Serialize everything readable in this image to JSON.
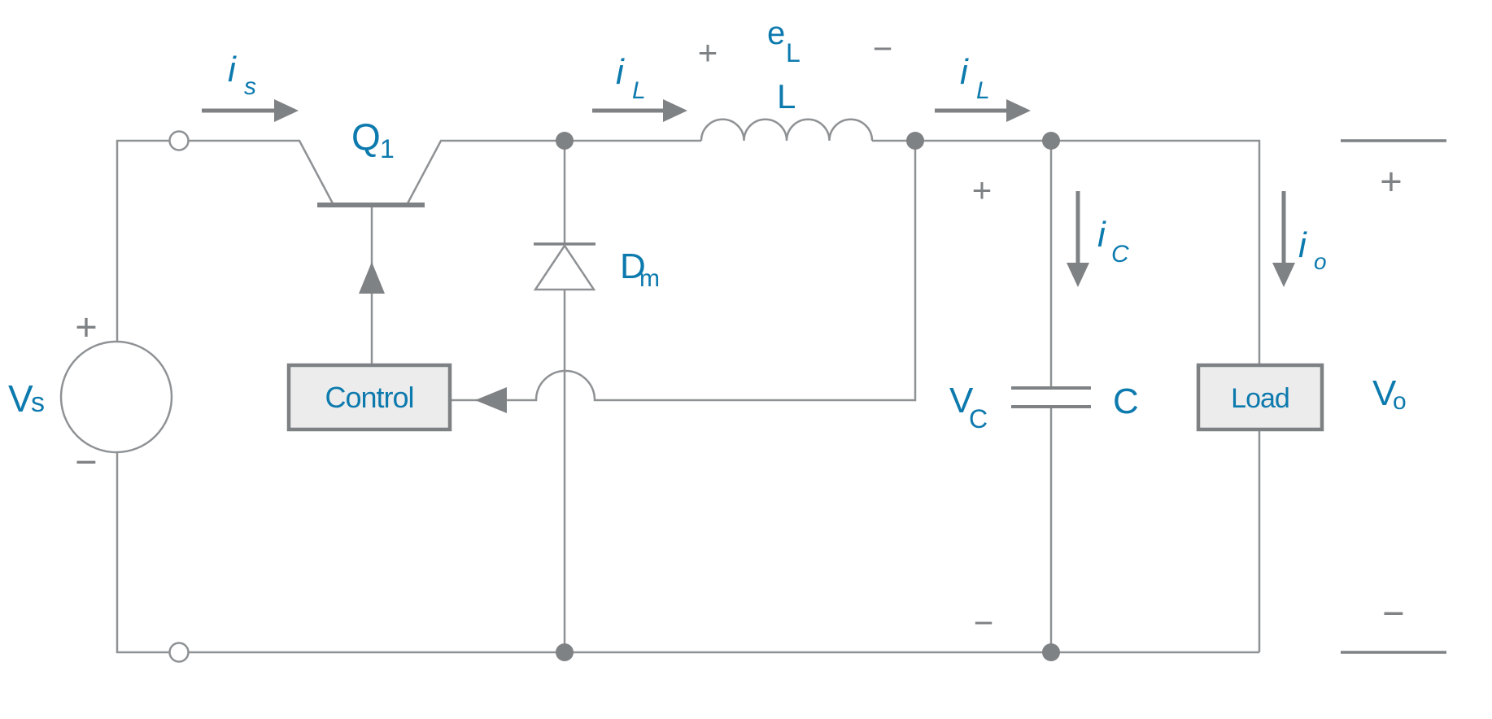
{
  "diagram": {
    "kind": "buck step-down converter schematic",
    "colors": {
      "wire": "#8f9295",
      "component_gray": "#7f8285",
      "label_blue": "#0d7aae",
      "box_fill": "#ececec",
      "box_border": "#7e8184",
      "background": "#ffffff"
    },
    "source": {
      "main": "V",
      "sub": "s",
      "plus": "+",
      "minus": "−"
    },
    "transistor": {
      "main": "Q",
      "sub": "1"
    },
    "control": {
      "label": "Control"
    },
    "diode": {
      "main": "D",
      "sub": "m"
    },
    "inductor": {
      "label": "L",
      "emf_main": "e",
      "emf_sub": "L",
      "emf_plus": "+",
      "emf_minus": "−"
    },
    "capacitor": {
      "label": "C",
      "voltage_main": "V",
      "voltage_sub": "C",
      "plus": "+",
      "minus": "−"
    },
    "load": {
      "label": "Load"
    },
    "output": {
      "main": "V",
      "sub": "o",
      "plus": "+",
      "minus": "−"
    },
    "currents": {
      "source": {
        "main": "i",
        "sub": "s"
      },
      "inductor_left": {
        "main": "i",
        "sub": "L"
      },
      "inductor_right": {
        "main": "i",
        "sub": "L"
      },
      "capacitor": {
        "main": "i",
        "sub": "C"
      },
      "output": {
        "main": "i",
        "sub": "o"
      }
    }
  }
}
